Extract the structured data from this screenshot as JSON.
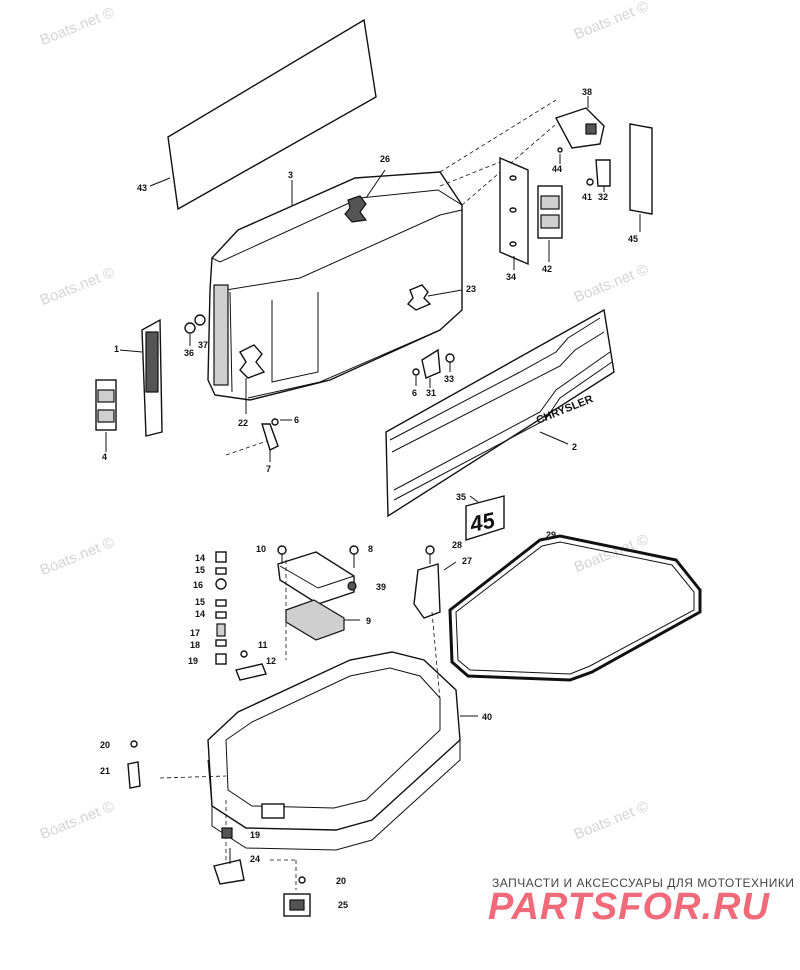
{
  "watermark": "Boats.net ©",
  "decal_logo_text": "CHRYSLER",
  "decal_number_text": "45",
  "footer": {
    "tagline": "ЗАПЧАСТИ И АКСЕССУАРЫ ДЛЯ МОТОТЕХНИКИ",
    "logo": "PARTSFOR.RU"
  },
  "callouts": {
    "p1": "1",
    "p2": "2",
    "p3": "3",
    "p4": "4",
    "p6a": "6",
    "p6b": "6",
    "p7": "7",
    "p8": "8",
    "p9": "9",
    "p10": "10",
    "p11": "11",
    "p12": "12",
    "p14a": "14",
    "p14b": "14",
    "p15a": "15",
    "p15b": "15",
    "p16": "16",
    "p17": "17",
    "p18": "18",
    "p19a": "19",
    "p19b": "19",
    "p20a": "20",
    "p20b": "20",
    "p21": "21",
    "p22": "22",
    "p23": "23",
    "p24": "24",
    "p25": "25",
    "p26": "26",
    "p27": "27",
    "p28": "28",
    "p29": "29",
    "p31": "31",
    "p32": "32",
    "p33": "33",
    "p34": "34",
    "p35": "35",
    "p36": "36",
    "p37": "37",
    "p38": "38",
    "p39": "39",
    "p40": "40",
    "p41": "41",
    "p42": "42",
    "p43": "43",
    "p44": "44",
    "p45": "45"
  }
}
